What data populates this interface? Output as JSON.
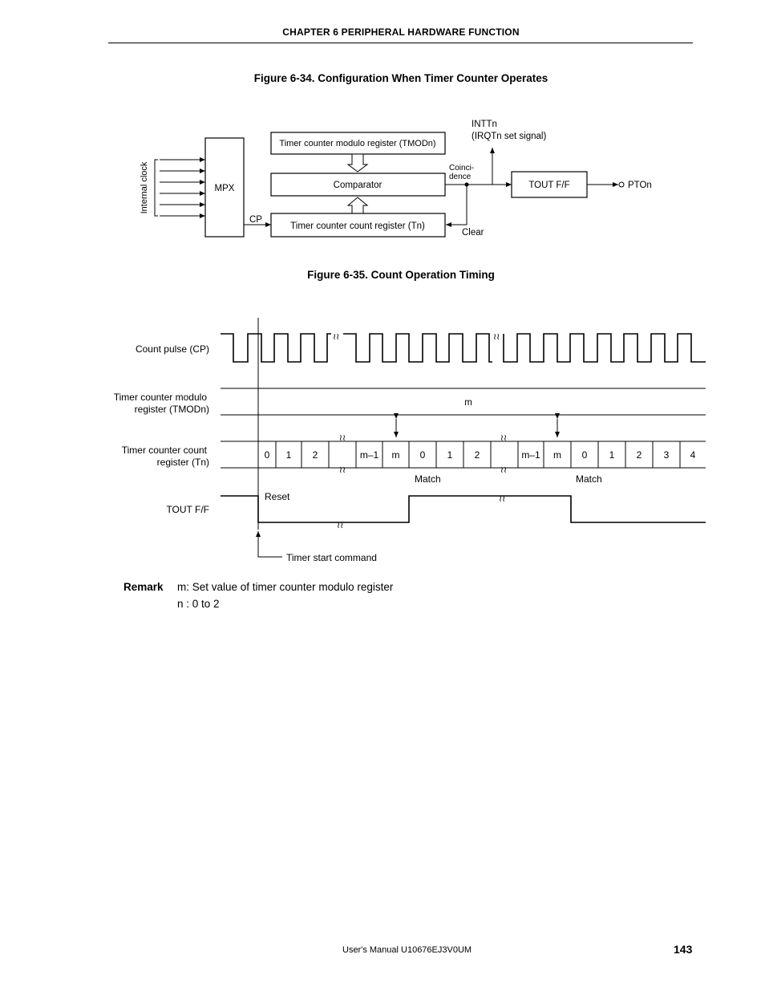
{
  "header": {
    "chapter": "CHAPTER 6   PERIPHERAL HARDWARE FUNCTION"
  },
  "figure1": {
    "title": "Figure 6-34.  Configuration When Timer Counter Operates",
    "internal_clock": "Internal clock",
    "mpx": "MPX",
    "modulo_register": "Timer counter modulo register (TMODn)",
    "comparator": "Comparator",
    "count_register": "Timer counter count register (Tn)",
    "cp": "CP",
    "intt_line1": "INTTn",
    "intt_line2": "(IRQTn set signal)",
    "coincidence_line1": "Coinci-",
    "coincidence_line2": "dence",
    "tout": "TOUT F/F",
    "pto": "PTOn",
    "clear": "Clear"
  },
  "figure2": {
    "title": "Figure 6-35.  Count Operation Timing",
    "count_pulse": "Count pulse (CP)",
    "modulo_line1": "Timer counter modulo",
    "modulo_line2": "register (TMODn)",
    "modulo_value": "m",
    "count_line1": "Timer counter count",
    "count_line2": "register (Tn)",
    "count_values": [
      "0",
      "1",
      "2",
      "m–1",
      "m",
      "0",
      "1",
      "2",
      "m–1",
      "m",
      "0",
      "1",
      "2",
      "3",
      "4"
    ],
    "tout": "TOUT F/F",
    "reset": "Reset",
    "match1": "Match",
    "match2": "Match",
    "timer_start": "Timer start command"
  },
  "remark": {
    "label": "Remark",
    "line1": "m:  Set value of timer counter modulo register",
    "line2": "n :  0 to 2"
  },
  "footer": {
    "manual": "User's Manual  U10676EJ3V0UM",
    "page": "143"
  }
}
